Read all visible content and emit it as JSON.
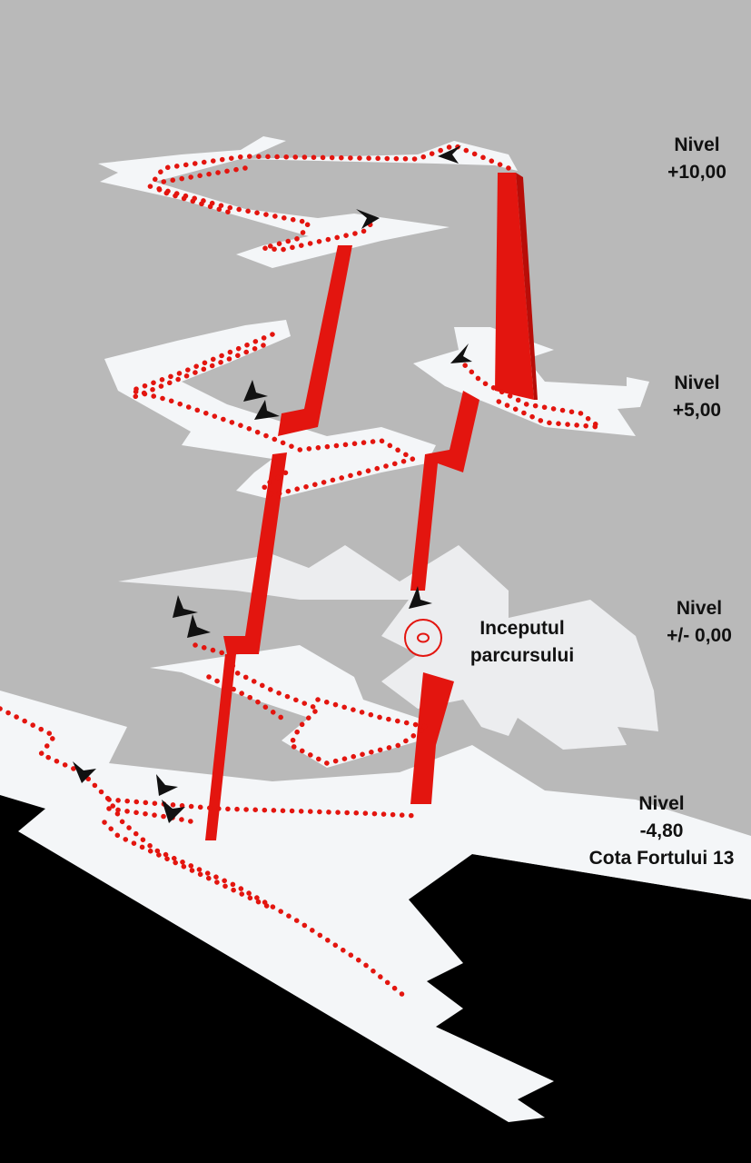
{
  "colors": {
    "background": "#b9b9b9",
    "ground": "#000000",
    "platform": "#f4f6f8",
    "route": "#e3150f",
    "arrow": "#111111"
  },
  "levels": [
    {
      "line1": "Nivel",
      "line2": "+10,00",
      "line3": ""
    },
    {
      "line1": "Nivel",
      "line2": "+5,00",
      "line3": ""
    },
    {
      "line1": "Nivel",
      "line2": "+/- 0,00",
      "line3": ""
    },
    {
      "line1": "Nivel",
      "line2": "-4,80",
      "line3": "Cota Fortului 13"
    }
  ],
  "start": {
    "line1": "Inceputul",
    "line2": "parcursului",
    "icon": "target-icon"
  },
  "icons": [
    "direction-arrow-icon",
    "target-icon"
  ]
}
